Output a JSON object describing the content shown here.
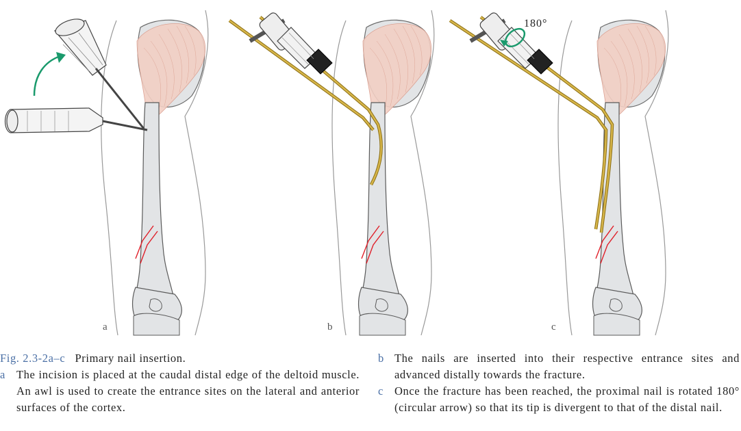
{
  "panels": [
    {
      "label": "a"
    },
    {
      "label": "b"
    },
    {
      "label": "c",
      "rotation_label": "180°"
    }
  ],
  "caption": {
    "figure_ref": "Fig. 2.3-2a–c",
    "title": "Primary nail insertion.",
    "items": [
      {
        "marker": "a",
        "text": "The incision is placed at the caudal distal edge of the deltoid muscle. An awl is used to create the entrance sites on the lateral and anterior surfaces of the cortex."
      },
      {
        "marker": "b",
        "text": "The nails are inserted into their respective entrance sites and advanced distally towards the fracture."
      },
      {
        "marker": "c",
        "text": "Once the fracture has been reached, the proximal nail is rotated 180° (circular arrow) so that its tip is divergent to that of the distal nail."
      }
    ]
  },
  "colors": {
    "bone": "#e2e4e6",
    "outline": "#5a5a5a",
    "muscle": "#f2cfc4",
    "nail": "#c9a227",
    "fracture": "#e0202a",
    "arrow": "#1a9a6c"
  }
}
